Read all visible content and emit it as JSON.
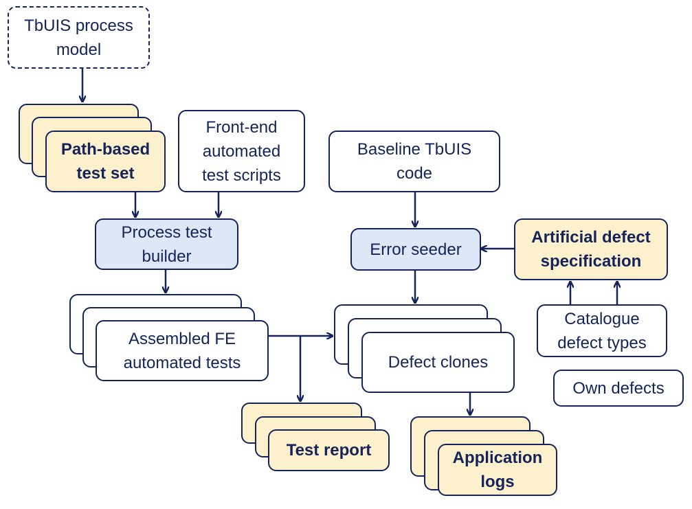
{
  "diagram": {
    "process_model": {
      "label": "TbUIS process\nmodel"
    },
    "path_based_test_set": {
      "label": "Path-based\ntest set"
    },
    "front_end_scripts": {
      "label": "Front-end\nautomated\ntest scripts"
    },
    "process_test_builder": {
      "label": "Process test\nbuilder"
    },
    "assembled_tests": {
      "label": "Assembled FE\nautomated tests"
    },
    "test_report": {
      "label": "Test report"
    },
    "baseline_code": {
      "label": "Baseline TbUIS\ncode"
    },
    "error_seeder": {
      "label": "Error seeder"
    },
    "artificial_defect_spec": {
      "label": "Artificial defect\nspecification"
    },
    "catalogue_defect_types": {
      "label": "Catalogue\ndefect types"
    },
    "own_defects": {
      "label": "Own defects"
    },
    "defect_clones": {
      "label": "Defect clones"
    },
    "application_logs": {
      "label": "Application\nlogs"
    }
  },
  "colors": {
    "stroke": "#14235a",
    "cream": "#fdf1cd",
    "blue": "#dce8f6",
    "white": "#ffffff"
  }
}
